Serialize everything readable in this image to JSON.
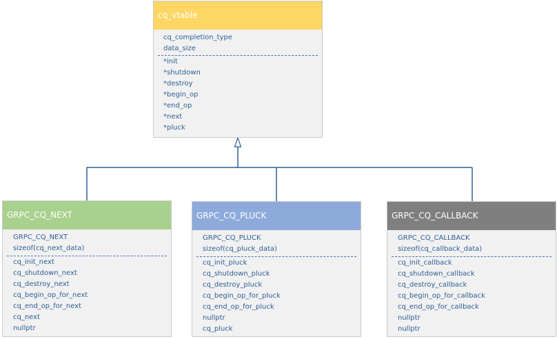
{
  "base_class": {
    "name": "cq_vtable",
    "header_color": "#fdd663",
    "fields": [
      "cq_completion_type",
      "data_size"
    ],
    "methods": [
      "*init",
      "*shutdown",
      "*destroy",
      "*begin_op",
      "*end_op",
      "*next",
      "*pluck"
    ]
  },
  "derived_classes": [
    {
      "name": "GRPC_CQ_NEXT",
      "header_color": "#a9d18e",
      "fields": [
        "GRPC_CQ_NEXT",
        "sizeof(cq_next_data)"
      ],
      "methods": [
        "cq_init_next",
        "cq_shutdown_next",
        "cq_destroy_next",
        "cq_begin_op_for_next",
        "cq_end_op_for_next",
        "cq_next",
        "nullptr"
      ]
    },
    {
      "name": "GRPC_CQ_PLUCK",
      "header_color": "#8eaadb",
      "fields": [
        "GRPC_CQ_PLUCK",
        "sizeof(cq_pluck_data)"
      ],
      "methods": [
        "cq_init_pluck",
        "cq_shutdown_pluck",
        "cq_destroy_pluck",
        "cq_begin_op_for_pluck",
        "cq_end_op_for_pluck",
        "nullptr",
        "cq_pluck"
      ]
    },
    {
      "name": "GRPC_CQ_CALLBACK",
      "header_color": "#7f7f7f",
      "fields": [
        "GRPC_CQ_CALLBACK",
        "sizeof(cq_callback_data)"
      ],
      "methods": [
        "cq_init_callback",
        "cq_shutdown_callback",
        "cq_destroy_callback",
        "cq_begin_op_for_callback",
        "cq_end_op_for_callback",
        "nullptr",
        "nullptr"
      ]
    }
  ],
  "colors": {
    "text": "#2e5d95",
    "connector": "#2e5d95",
    "box_background": "#f1f1f1",
    "box_border": "#c8c8c8"
  }
}
